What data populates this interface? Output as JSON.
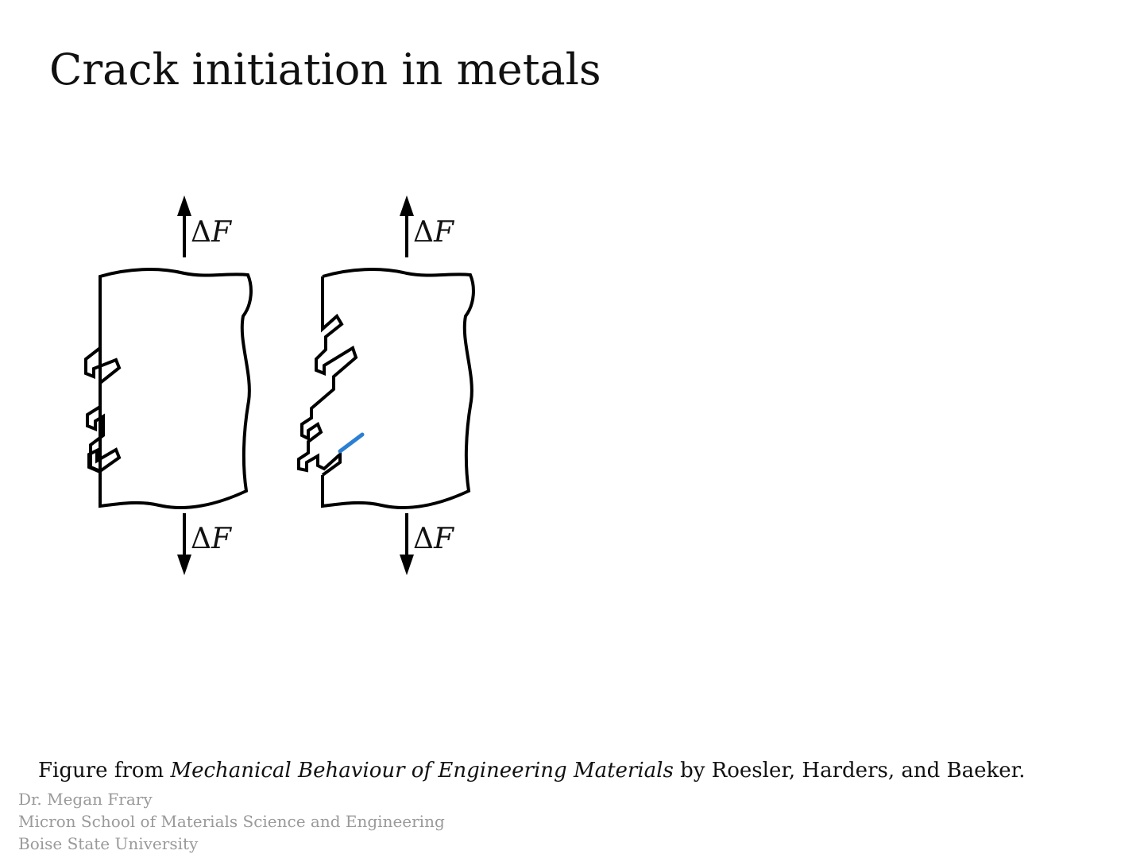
{
  "slide": {
    "title": "Crack initiation in metals"
  },
  "figure": {
    "force_symbol": "Δ",
    "force_variable": "F",
    "crack_color": "#2b7fd4"
  },
  "caption": {
    "prefix": "Figure from ",
    "book_title": "Mechanical Behaviour of Engineering Materials",
    "suffix": " by Roesler, Harders, and Baeker."
  },
  "footer": {
    "author": "Dr. Megan Frary",
    "department": "Micron School of Materials Science and Engineering",
    "university": "Boise State University"
  }
}
